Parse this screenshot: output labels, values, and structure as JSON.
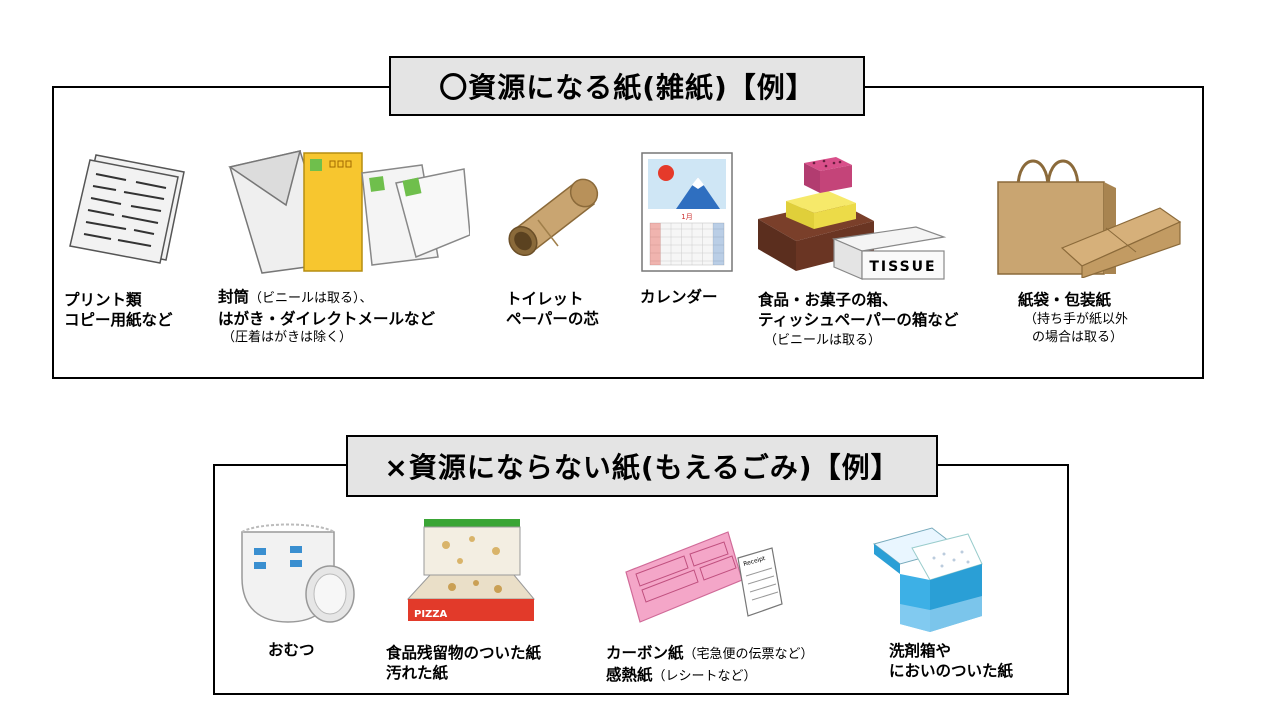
{
  "recyclable": {
    "title": "〇資源になる紙(雑紙)【例】",
    "items": [
      {
        "line1": "プリント類",
        "line2": "コピー用紙など"
      },
      {
        "line1": "封筒",
        "line1_small": "（ビニールは取る）、",
        "line2": "はがき・ダイレクトメールなど",
        "note": "（圧着はがきは除く）"
      },
      {
        "line1": "トイレット",
        "line2": "ペーパーの芯"
      },
      {
        "line1": "カレンダー"
      },
      {
        "line1": "食品・お菓子の箱、",
        "line2": "ティッシュペーパーの箱など",
        "note": "（ビニールは取る）"
      },
      {
        "line1": "紙袋・包装紙",
        "note1": "（持ち手が紙以外",
        "note2": "の場合は取る）"
      }
    ],
    "calendar_month": "1月",
    "tissue_label": "TISSUE"
  },
  "nonrecyclable": {
    "title": "×資源にならない紙(もえるごみ)【例】",
    "items": [
      {
        "line1": "おむつ"
      },
      {
        "line1": "食品残留物のついた紙",
        "line2": "汚れた紙"
      },
      {
        "line1": "カーボン紙",
        "line1_small": "（宅急便の伝票など）",
        "line2": "感熱紙",
        "line2_small": "（レシートなど）"
      },
      {
        "line1": "洗剤箱や",
        "line2": "においのついた紙"
      }
    ],
    "pizza_label": "PIZZA",
    "receipt_label": "Receipt"
  },
  "colors": {
    "header_bg": "#e4e4e4",
    "cardboard": "#c9a571",
    "envelope_yellow": "#f7c62f",
    "pink": "#f4a6c8",
    "detergent_blue": "#2a9fd6"
  }
}
